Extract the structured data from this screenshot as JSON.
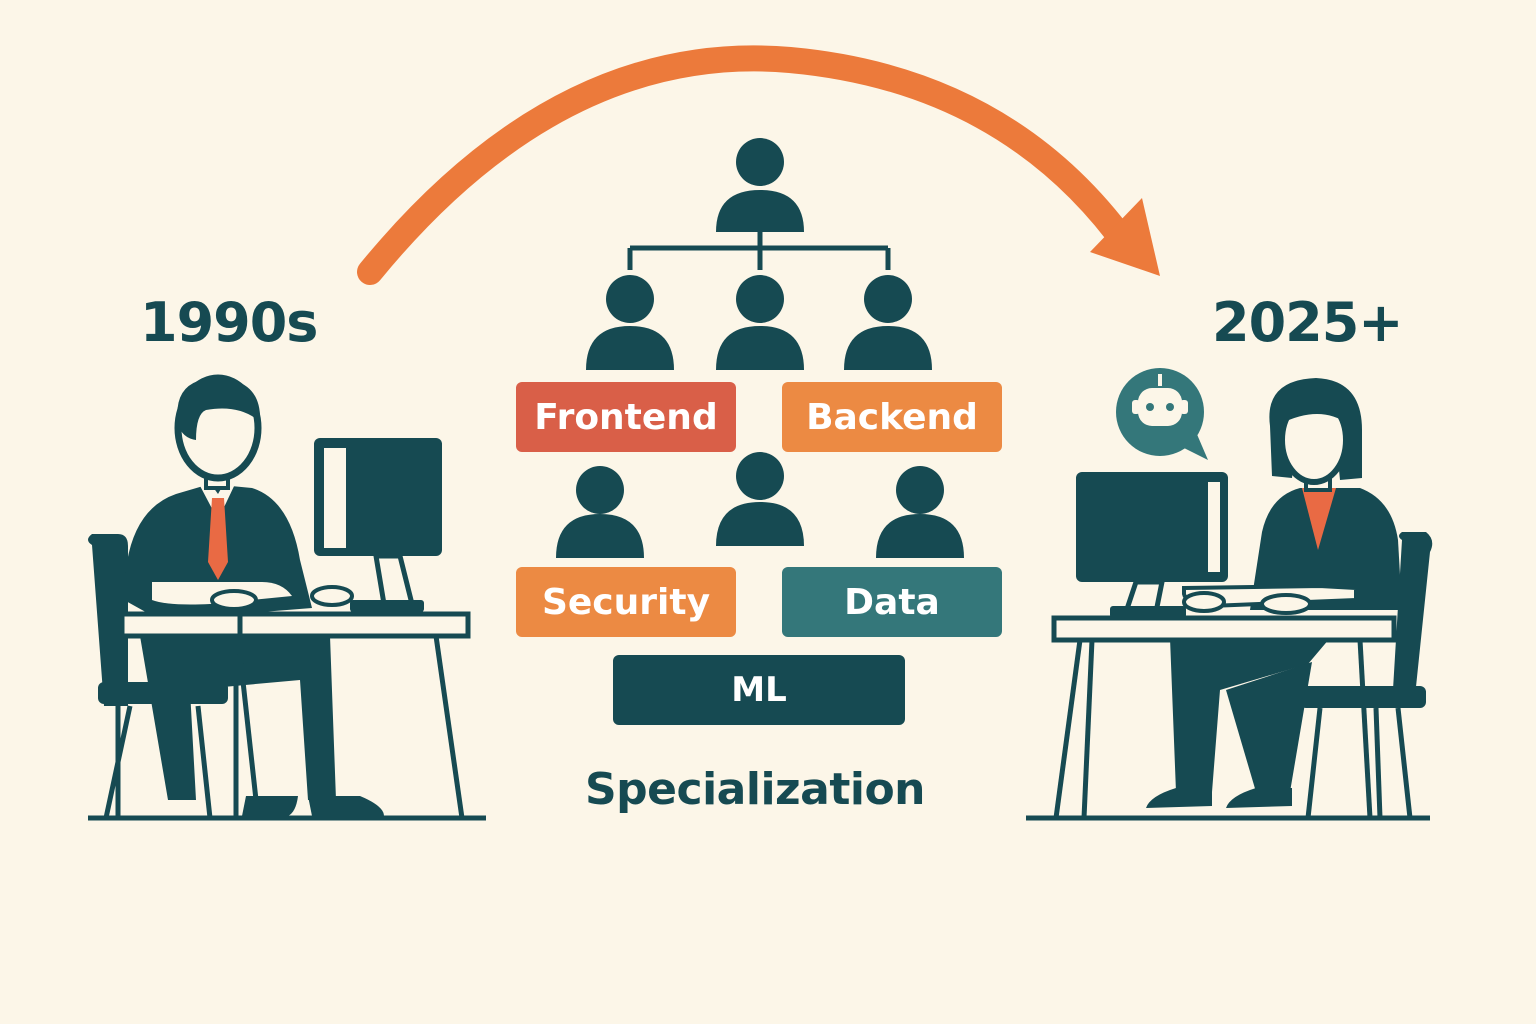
{
  "labels": {
    "start_era": "1990s",
    "end_era": "2025+",
    "caption": "Specialization"
  },
  "roles": [
    {
      "name": "Frontend",
      "color": "#d95f48"
    },
    {
      "name": "Backend",
      "color": "#ec8a43"
    },
    {
      "name": "Security",
      "color": "#ec8a43"
    },
    {
      "name": "Data",
      "color": "#34777a"
    },
    {
      "name": "ML",
      "color": "#164a52"
    }
  ],
  "colors": {
    "background": "#fcf6e8",
    "primary": "#164a52",
    "accent": "#ec7a3b",
    "tie": "#e96a44"
  },
  "icons": [
    "arrow-arc-icon",
    "person-icon",
    "org-chart-icon",
    "robot-chat-icon",
    "computer-monitor-icon"
  ]
}
